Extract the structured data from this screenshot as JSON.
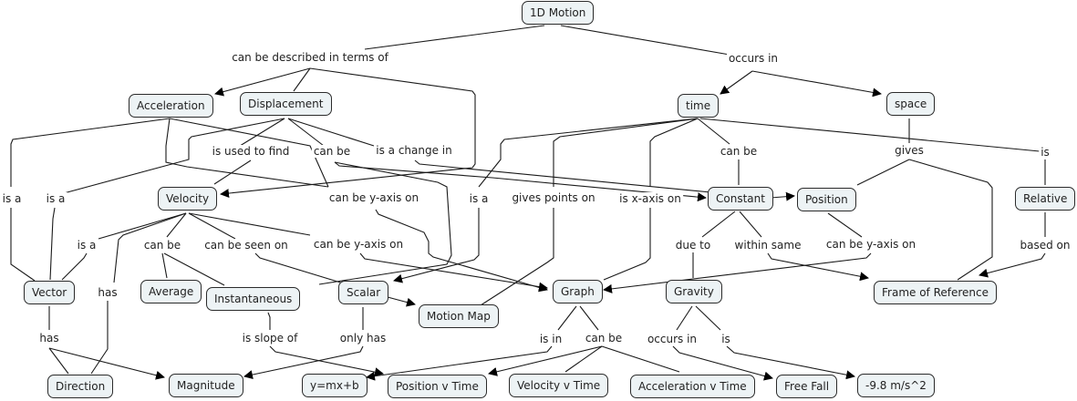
{
  "title": "1D Motion",
  "concepts": {
    "motion": "1D Motion",
    "acceleration": "Acceleration",
    "displacement": "Displacement",
    "time": "time",
    "space": "space",
    "velocity": "Velocity",
    "constant": "Constant",
    "position": "Position",
    "relative": "Relative",
    "vector": "Vector",
    "average": "Average",
    "instantaneous": "Instantaneous",
    "scalar": "Scalar",
    "motion_map": "Motion Map",
    "graph": "Graph",
    "gravity": "Gravity",
    "frame_of_reference": "Frame of Reference",
    "direction": "Direction",
    "magnitude": "Magnitude",
    "ymxb": "y=mx+b",
    "position_v_time": "Position v Time",
    "velocity_v_time": "Velocity v Time",
    "acceleration_v_time": "Acceleration v Time",
    "free_fall": "Free Fall",
    "gravity_value": "-9.8 m/s^2"
  },
  "phrases": {
    "described_in_terms_of": "can be described in terms of",
    "occurs_in_top": "occurs in",
    "is_used_to_find": "is used to find",
    "disp_can_be": "can be",
    "is_a_change_in": "is a change in",
    "time_can_be": "can be",
    "gives": "gives",
    "is_top": "is",
    "acc_is_a": "is a",
    "disp_is_a": "is a",
    "acc_y_axis_on": "can be y-axis on",
    "time_is_a": "is a",
    "gives_points_on": "gives points on",
    "is_x_axis_on": "is x-axis on",
    "vel_is_a": "is a",
    "vel_can_be": "can be",
    "can_be_seen_on": "can be seen on",
    "vel_y_axis_on": "can be y-axis on",
    "due_to": "due to",
    "within_same": "within same",
    "pos_y_axis_on": "can be y-axis on",
    "based_on": "based on",
    "vector_has_dir": "has",
    "vector_has": "has",
    "is_slope_of": "is slope of",
    "only_has": "only has",
    "is_in": "is in",
    "graph_can_be": "can be",
    "occurs_in_gravity": "occurs in",
    "gravity_is": "is"
  }
}
